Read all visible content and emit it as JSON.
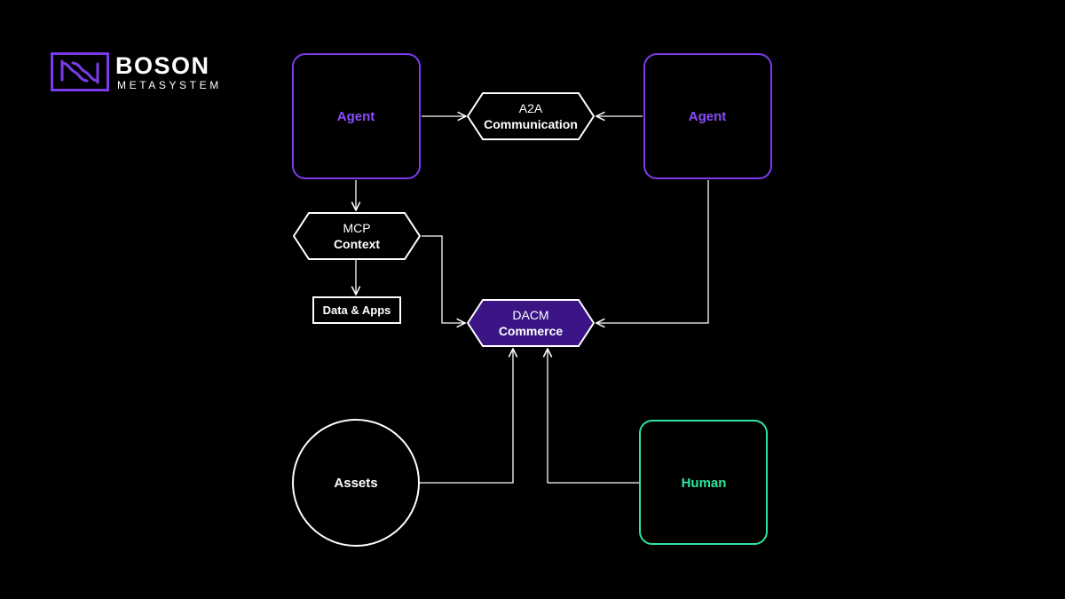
{
  "brand": {
    "name": "BOSON",
    "subtitle": "METASYSTEM",
    "accent": "#7C3AED"
  },
  "colors": {
    "agent": "#7C3AED",
    "human": "#2EE59D",
    "dacm_fill": "#3B1585",
    "line": "#FFFFFF"
  },
  "nodes": {
    "agent_left": {
      "label": "Agent"
    },
    "agent_right": {
      "label": "Agent"
    },
    "a2a": {
      "line1": "A2A",
      "line2": "Communication"
    },
    "mcp": {
      "line1": "MCP",
      "line2": "Context"
    },
    "data_apps": {
      "label": "Data & Apps"
    },
    "dacm": {
      "line1": "DACM",
      "line2": "Commerce"
    },
    "assets": {
      "label": "Assets"
    },
    "human": {
      "label": "Human"
    }
  }
}
